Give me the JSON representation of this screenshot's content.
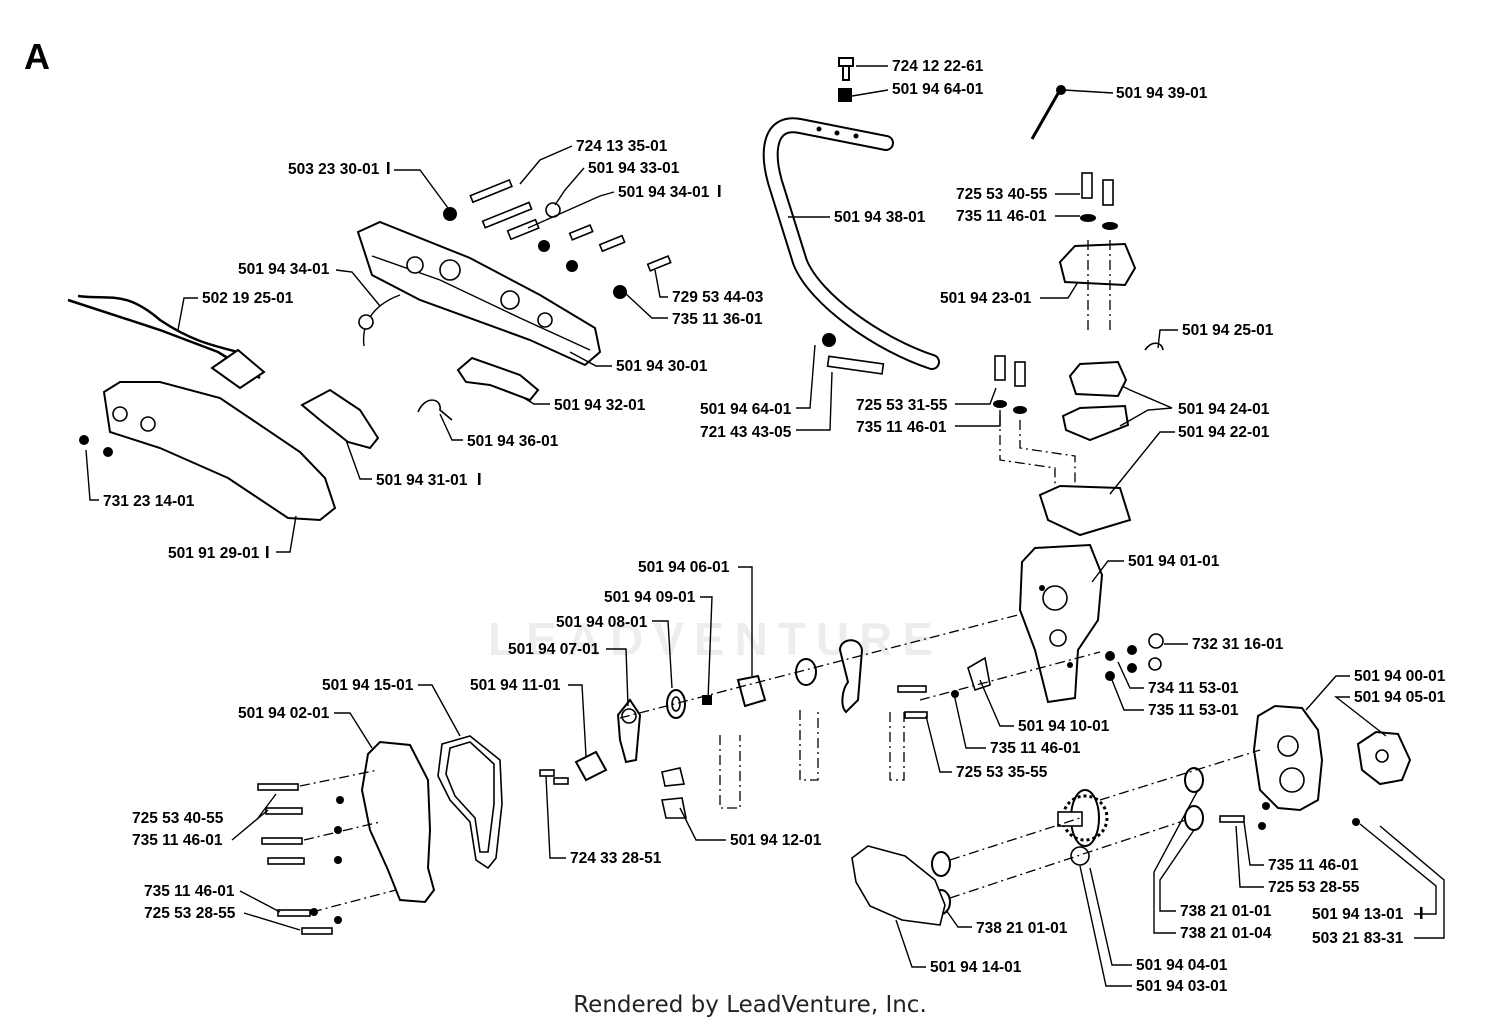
{
  "section_letter": "A",
  "footer": "Rendered by LeadVenture, Inc.",
  "watermark": "LEADVENTURE",
  "part_labels": [
    {
      "id": "724-12-22-61-top",
      "text": "724 12 22-61"
    },
    {
      "id": "501-94-64-01-top",
      "text": "501 94 64-01"
    },
    {
      "id": "501-94-39-01",
      "text": "501 94 39-01"
    },
    {
      "id": "724-13-35-01",
      "text": "724 13 35-01"
    },
    {
      "id": "503-23-30-01",
      "text": "503 23 30-01"
    },
    {
      "id": "501-94-33-01",
      "text": "501 94 33-01"
    },
    {
      "id": "501-94-34-01-a",
      "text": "501 94 34-01"
    },
    {
      "id": "501-94-38-01",
      "text": "501 94 38-01"
    },
    {
      "id": "725-53-40-55-top",
      "text": "725 53 40-55"
    },
    {
      "id": "735-11-46-01-top",
      "text": "735 11 46-01"
    },
    {
      "id": "501-94-34-01-b",
      "text": "501 94 34-01"
    },
    {
      "id": "502-19-25-01",
      "text": "502 19 25-01"
    },
    {
      "id": "729-53-44-03",
      "text": "729 53 44-03"
    },
    {
      "id": "735-11-36-01",
      "text": "735 11 36-01"
    },
    {
      "id": "501-94-23-01",
      "text": "501 94 23-01"
    },
    {
      "id": "501-94-25-01",
      "text": "501 94 25-01"
    },
    {
      "id": "501-94-30-01",
      "text": "501 94 30-01"
    },
    {
      "id": "501-94-32-01",
      "text": "501 94 32-01"
    },
    {
      "id": "501-94-64-01-mid",
      "text": "501 94 64-01"
    },
    {
      "id": "721-43-43-05",
      "text": "721 43 43-05"
    },
    {
      "id": "725-53-31-55",
      "text": "725 53 31-55"
    },
    {
      "id": "735-11-46-01-mid",
      "text": "735 11 46-01"
    },
    {
      "id": "501-94-24-01",
      "text": "501 94 24-01"
    },
    {
      "id": "501-94-22-01",
      "text": "501 94 22-01"
    },
    {
      "id": "501-94-36-01",
      "text": "501 94 36-01"
    },
    {
      "id": "501-94-31-01",
      "text": "501 94 31-01"
    },
    {
      "id": "731-23-14-01",
      "text": "731 23 14-01"
    },
    {
      "id": "501-91-29-01",
      "text": "501 91 29-01"
    },
    {
      "id": "501-94-01-01",
      "text": "501 94 01-01"
    },
    {
      "id": "501-94-06-01",
      "text": "501 94 06-01"
    },
    {
      "id": "501-94-09-01",
      "text": "501 94 09-01"
    },
    {
      "id": "501-94-08-01",
      "text": "501 94 08-01"
    },
    {
      "id": "501-94-07-01",
      "text": "501 94 07-01"
    },
    {
      "id": "732-31-16-01",
      "text": "732 31 16-01"
    },
    {
      "id": "501-94-15-01",
      "text": "501 94 15-01"
    },
    {
      "id": "501-94-11-01",
      "text": "501 94 11-01"
    },
    {
      "id": "734-11-53-01",
      "text": "734 11 53-01"
    },
    {
      "id": "735-11-53-01",
      "text": "735 11 53-01"
    },
    {
      "id": "501-94-00-01",
      "text": "501 94 00-01"
    },
    {
      "id": "501-94-05-01",
      "text": "501 94 05-01"
    },
    {
      "id": "501-94-02-01",
      "text": "501 94 02-01"
    },
    {
      "id": "501-94-10-01",
      "text": "501 94 10-01"
    },
    {
      "id": "735-11-46-01-c",
      "text": "735 11 46-01"
    },
    {
      "id": "725-53-35-55",
      "text": "725 53 35-55"
    },
    {
      "id": "725-53-40-55-left",
      "text": "725 53 40-55"
    },
    {
      "id": "735-11-46-01-left",
      "text": "735 11 46-01"
    },
    {
      "id": "501-94-12-01",
      "text": "501 94 12-01"
    },
    {
      "id": "724-33-28-51",
      "text": "724 33 28-51"
    },
    {
      "id": "735-11-46-01-right",
      "text": "735 11 46-01"
    },
    {
      "id": "725-53-28-55-right",
      "text": "725 53 28-55"
    },
    {
      "id": "735-11-46-01-left2",
      "text": "735 11 46-01"
    },
    {
      "id": "725-53-28-55-left",
      "text": "725 53 28-55"
    },
    {
      "id": "738-21-01-01-a",
      "text": "738 21 01-01"
    },
    {
      "id": "501-94-13-01",
      "text": "501 94 13-01"
    },
    {
      "id": "738-21-01-01-b",
      "text": "738 21 01-01"
    },
    {
      "id": "738-21-01-04",
      "text": "738 21 01-04"
    },
    {
      "id": "503-21-83-31",
      "text": "503 21 83-31"
    },
    {
      "id": "501-94-14-01",
      "text": "501 94 14-01"
    },
    {
      "id": "501-94-04-01",
      "text": "501 94 04-01"
    },
    {
      "id": "501-94-03-01",
      "text": "501 94 03-01"
    }
  ]
}
